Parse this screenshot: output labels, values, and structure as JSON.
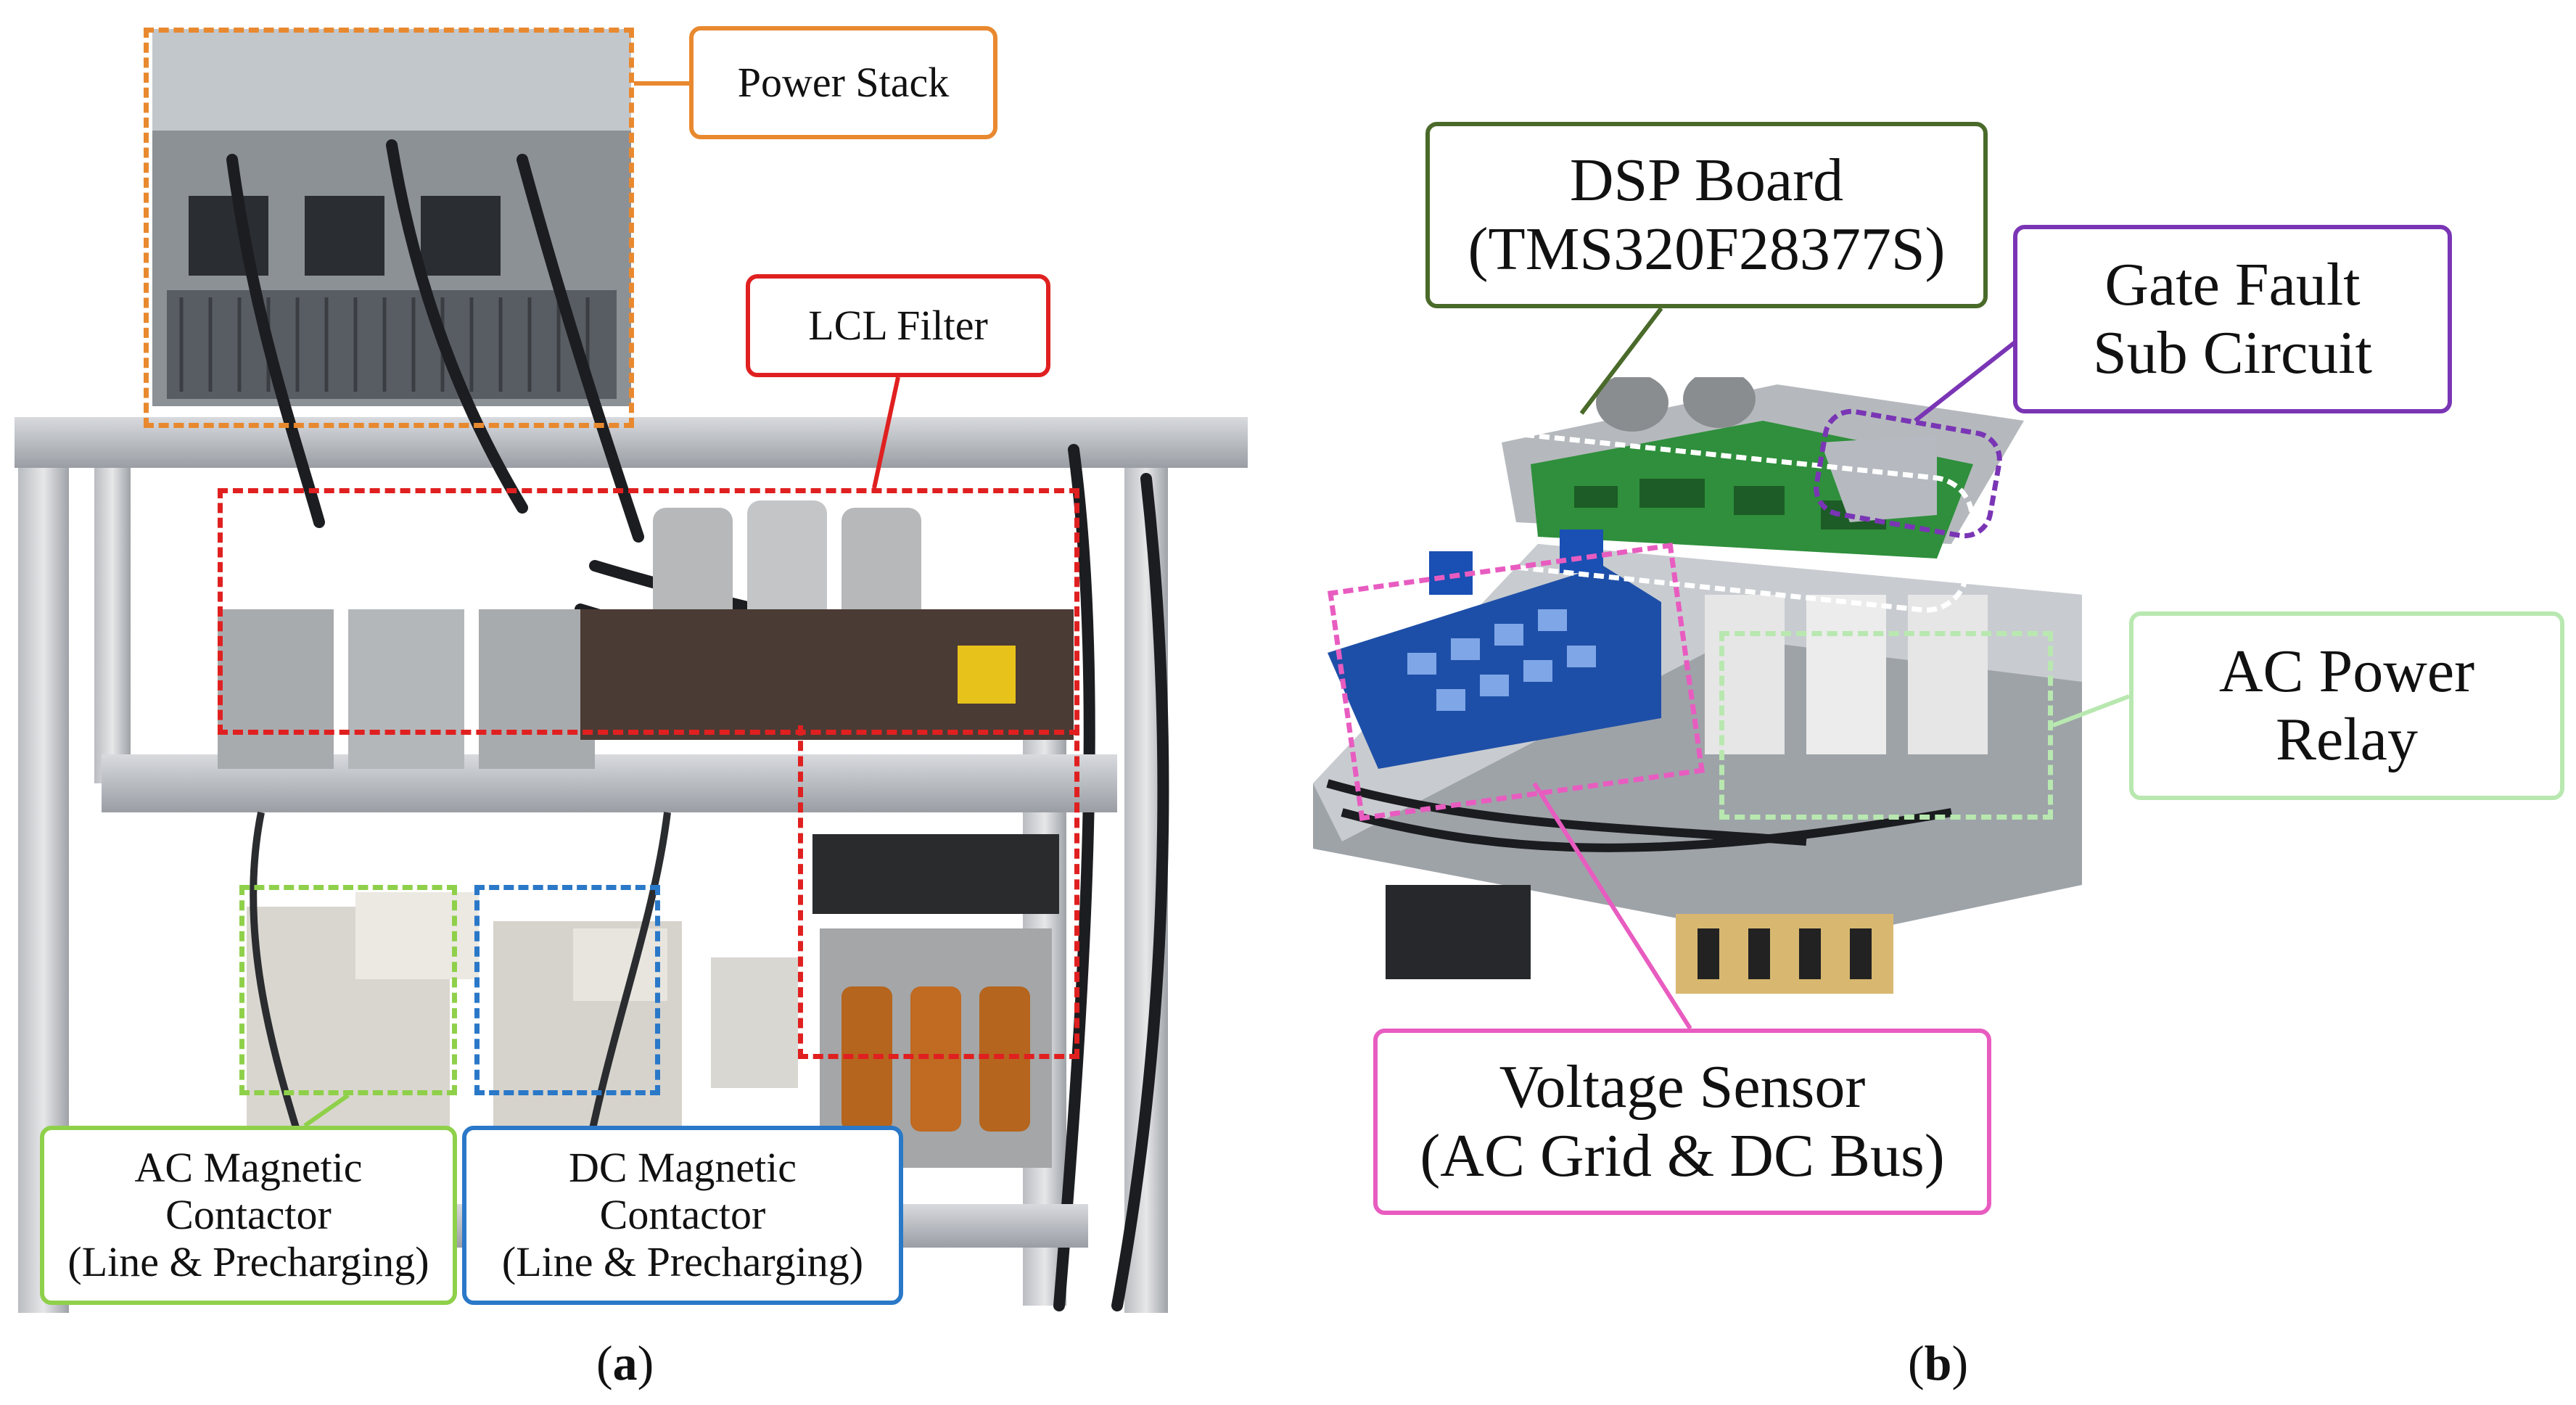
{
  "panel_a": {
    "caption": {
      "open": "(",
      "letter": "a",
      "close": ")"
    },
    "labels": {
      "power_stack": "Power Stack",
      "lcl_filter": "LCL Filter",
      "ac_contactor": "AC Magnetic\nContactor\n(Line & Precharging)",
      "dc_contactor": "DC Magnetic\nContactor\n(Line & Precharging)"
    }
  },
  "panel_b": {
    "caption": {
      "open": "(",
      "letter": "b",
      "close": ")"
    },
    "labels": {
      "dsp_board": "DSP Board\n(TMS320F28377S)",
      "gate_fault": "Gate Fault\nSub Circuit",
      "ac_relay": "AC Power\nRelay",
      "voltage_sensor": "Voltage Sensor\n(AC Grid & DC Bus)"
    }
  },
  "colors": {
    "orange": "#e8892f",
    "red": "#e02020",
    "light_green": "#8fd04a",
    "blue": "#2a78c8",
    "dark_green": "#4a6a2a",
    "purple": "#7a35b5",
    "pale_green": "#b8e8b0",
    "pink": "#e85cc0"
  }
}
